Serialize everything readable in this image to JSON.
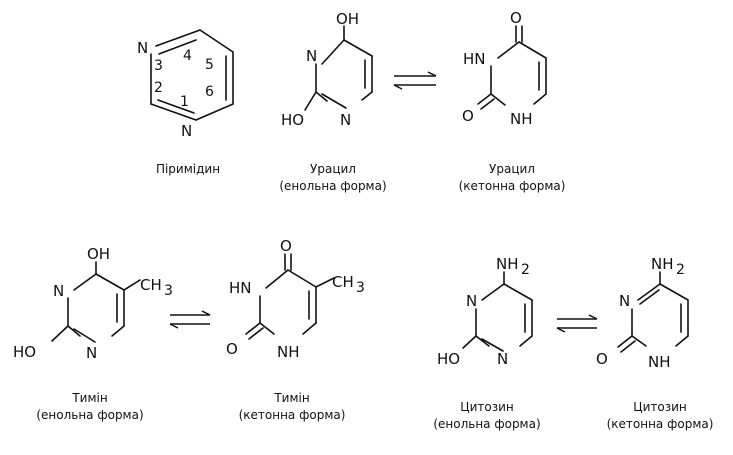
{
  "pyrimidine": {
    "atoms": [
      "N",
      "N"
    ],
    "numbers": [
      "1",
      "2",
      "3",
      "4",
      "5",
      "6"
    ],
    "caption": "Піримідин"
  },
  "uracil_enol": {
    "labels": [
      "OH",
      "N",
      "HO",
      "N"
    ],
    "caption_name": "Урацил",
    "caption_form": "(енольна форма)"
  },
  "uracil_keto": {
    "labels": [
      "O",
      "HN",
      "O",
      "NH"
    ],
    "caption_name": "Урацил",
    "caption_form": "(кетонна форма)"
  },
  "thymine_enol": {
    "labels": [
      "OH",
      "N",
      "CH",
      "3",
      "HO",
      "N"
    ],
    "caption_name": "Тимін",
    "caption_form": "(енольна форма)"
  },
  "thymine_keto": {
    "labels": [
      "O",
      "HN",
      "CH",
      "3",
      "O",
      "NH"
    ],
    "caption_name": "Тимін",
    "caption_form": "(кетонна форма)"
  },
  "cytosine_enol": {
    "labels": [
      "NH",
      "2",
      "N",
      "HO",
      "N"
    ],
    "caption_name": "Цитозин",
    "caption_form": "(енольна форма)"
  },
  "cytosine_keto": {
    "labels": [
      "NH",
      "2",
      "N",
      "O",
      "NH"
    ],
    "caption_name": "Цитозин",
    "caption_form": "(кетонна форма)"
  }
}
